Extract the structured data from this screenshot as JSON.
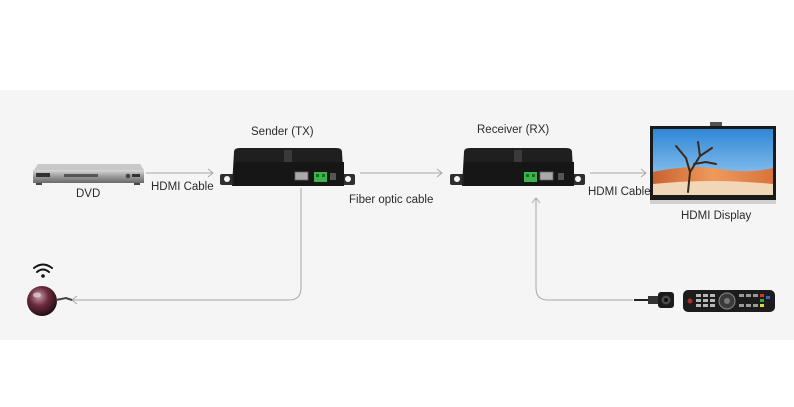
{
  "labels": {
    "dvd": "DVD",
    "hdmi_cable_left": "HDMI Cable",
    "sender": "Sender (TX)",
    "fiber": "Fiber optic cable",
    "receiver": "Receiver (RX)",
    "hdmi_cable_right": "HDMI Cable",
    "display": "HDMI Display"
  },
  "colors": {
    "band": "#f5f5f5",
    "line": "#a7a7a7",
    "device_body": "#1f1f1f",
    "terminal": "#3cb44b",
    "sky": "#4fa3e8",
    "sand": "#e3854a"
  },
  "icons": {
    "dvd": "dvd-player-icon",
    "sender": "fiber-sender-box-icon",
    "receiver": "fiber-receiver-box-icon",
    "display": "tv-display-icon",
    "ir_emitter": "ir-emitter-eye-icon",
    "ir_receiver": "ir-receiver-cable-icon",
    "remote": "remote-control-icon",
    "wireless": "wireless-signal-icon"
  }
}
